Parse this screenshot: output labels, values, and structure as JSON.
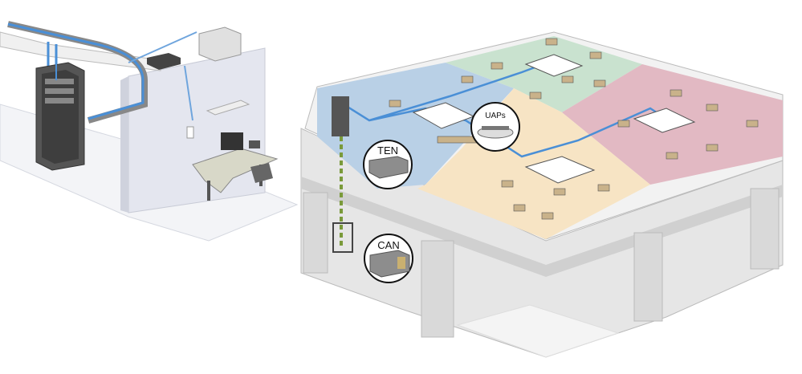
{
  "callouts": {
    "ten": "TEN",
    "uaps": "UAPs",
    "can": "CAN"
  },
  "colors": {
    "zone_blue": "#b9d0e6",
    "zone_green": "#c9e2cf",
    "zone_pink": "#e2b9c3",
    "zone_yellow": "#f7e4c4",
    "cable_blue": "#4a8fd6",
    "structure_gray": "#dcdcdc"
  }
}
